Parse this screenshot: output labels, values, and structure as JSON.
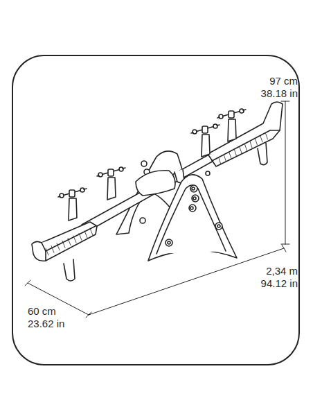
{
  "diagram": {
    "labels": [
      "97 cm",
      "38.18 in",
      "2,34 m",
      "94.12 in",
      "60 cm",
      "23.62 in"
    ]
  }
}
